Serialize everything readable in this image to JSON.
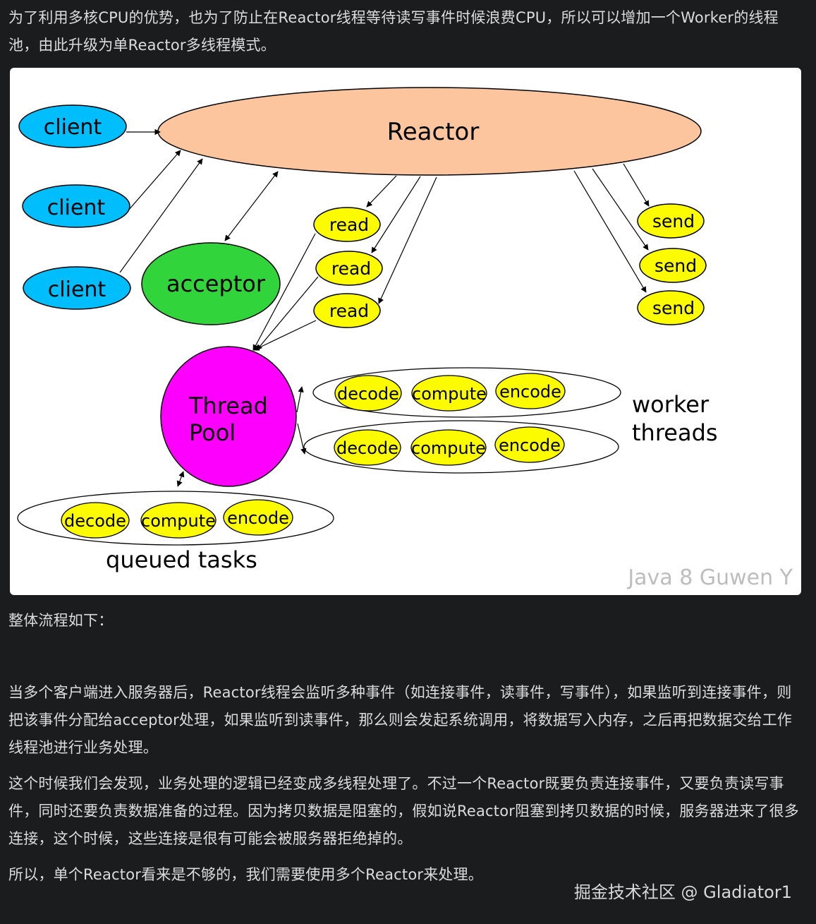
{
  "article": {
    "intro": "为了利用多核CPU的优势，也为了防止在Reactor线程等待读写事件时候浪费CPU，所以可以增加一个Worker的线程池，由此升级为单Reactor多线程模式。",
    "flow_heading": "整体流程如下：",
    "paragraphs": [
      "当多个客户端进入服务器后，Reactor线程会监听多种事件（如连接事件，读事件，写事件），如果监听到连接事件，则把该事件分配给acceptor处理，如果监听到读事件，那么则会发起系统调用，将数据写入内存，之后再把数据交给工作线程池进行业务处理。",
      "这个时候我们会发现，业务处理的逻辑已经变成多线程处理了。不过一个Reactor既要负责连接事件，又要负责读写事件，同时还要负责数据准备的过程。因为拷贝数据是阻塞的，假如说Reactor阻塞到拷贝数据的时候，服务器进来了很多连接，这个时候，这些连接是很有可能会被服务器拒绝掉的。",
      "所以，单个Reactor看来是不够的，我们需要使用多个Reactor来处理。"
    ]
  },
  "diagram": {
    "reactor": "Reactor",
    "acceptor": "acceptor",
    "clients": [
      "client",
      "client",
      "client"
    ],
    "reads": [
      "read",
      "read",
      "read"
    ],
    "sends": [
      "send",
      "send",
      "send"
    ],
    "thread_pool": [
      "Thread",
      "Pool"
    ],
    "task_stages": [
      "decode",
      "compute",
      "encode"
    ],
    "worker_threads_label": [
      "worker",
      "threads"
    ],
    "queued_tasks_label": "queued tasks",
    "watermark": "Java 8 Guwen Y",
    "colors": {
      "reactor": "#fdc59e",
      "client": "#00bdfb",
      "acceptor": "#32d43c",
      "read_send_task": "#fdfb00",
      "thread_pool": "#fd00fd"
    }
  },
  "footer": {
    "attribution": "掘金技术社区 @ Gladiator1"
  }
}
